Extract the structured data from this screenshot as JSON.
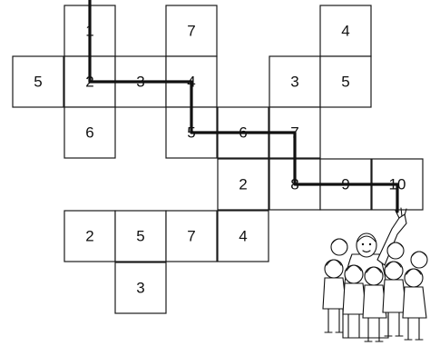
{
  "puzzle": {
    "cells": [
      {
        "row": 0,
        "col": 1,
        "number": "1"
      },
      {
        "row": 0,
        "col": 3,
        "number": "7"
      },
      {
        "row": 0,
        "col": 6,
        "number": "4"
      },
      {
        "row": 1,
        "col": 0,
        "number": "5"
      },
      {
        "row": 1,
        "col": 1,
        "number": "2"
      },
      {
        "row": 1,
        "col": 2,
        "number": "3"
      },
      {
        "row": 1,
        "col": 3,
        "number": "4"
      },
      {
        "row": 1,
        "col": 5,
        "number": "3"
      },
      {
        "row": 1,
        "col": 6,
        "number": "5"
      },
      {
        "row": 2,
        "col": 1,
        "number": "6"
      },
      {
        "row": 2,
        "col": 3,
        "number": "5"
      },
      {
        "row": 2,
        "col": 4,
        "number": "6"
      },
      {
        "row": 2,
        "col": 5,
        "number": "7"
      },
      {
        "row": 3,
        "col": 4,
        "number": "2"
      },
      {
        "row": 3,
        "col": 5,
        "number": "8"
      },
      {
        "row": 3,
        "col": 6,
        "number": "9"
      },
      {
        "row": 3,
        "col": 7,
        "number": "10"
      },
      {
        "row": 4,
        "col": 1,
        "number": "2"
      },
      {
        "row": 4,
        "col": 2,
        "number": "5"
      },
      {
        "row": 4,
        "col": 3,
        "number": "7"
      },
      {
        "row": 4,
        "col": 4,
        "number": "4"
      },
      {
        "row": 5,
        "col": 2,
        "number": "3"
      }
    ],
    "solution_path": [
      {
        "row": 0,
        "col": 1
      },
      {
        "row": 1,
        "col": 1
      },
      {
        "row": 1,
        "col": 2
      },
      {
        "row": 1,
        "col": 3
      },
      {
        "row": 2,
        "col": 3
      },
      {
        "row": 2,
        "col": 4
      },
      {
        "row": 2,
        "col": 5
      },
      {
        "row": 3,
        "col": 5
      },
      {
        "row": 3,
        "col": 6
      },
      {
        "row": 3,
        "col": 7
      }
    ],
    "path_color": "#111111",
    "illustration": "teacher-and-children"
  }
}
